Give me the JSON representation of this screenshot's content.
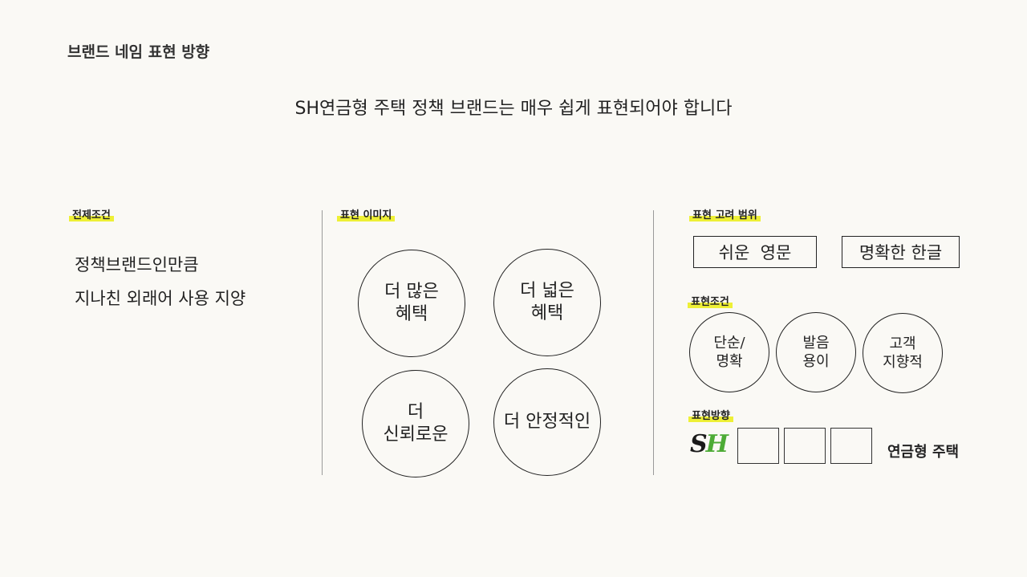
{
  "slide_title": "브랜드 네임 표현 방향",
  "subtitle": "SH연금형 주택 정책 브랜드는 매우 쉽게 표현되어야 합니다",
  "premise": {
    "label": "전제조건",
    "lines": [
      "정책브랜드인만큼",
      "지나친 외래어 사용 지양"
    ]
  },
  "image": {
    "label": "표현 이미지",
    "circles": [
      "더 많은\n혜택",
      "더 넓은\n혜택",
      "더\n신뢰로운",
      "더 안정적인"
    ]
  },
  "range": {
    "label": "표현 고려 범위",
    "boxes": [
      "쉬운  영문",
      "명확한 한글"
    ]
  },
  "conditions": {
    "label": "표현조건",
    "circles": [
      "단순/\n명확",
      "발음\n용이",
      "고객\n지향적"
    ]
  },
  "direction": {
    "label": "표현방향",
    "logo_s": "S",
    "logo_h": "H",
    "brand_text": "연금형 주택",
    "logo_accent_color": "#4dab36"
  },
  "colors": {
    "highlight": "#eef036",
    "background": "#faf9f5"
  }
}
